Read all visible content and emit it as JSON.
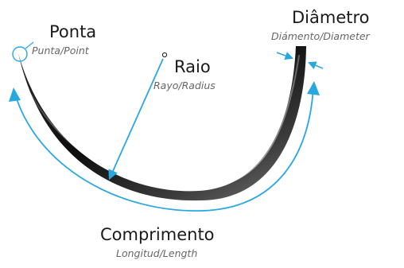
{
  "colors": {
    "accent": "#29a8df",
    "needle_dark": "#141414",
    "needle_light": "#f4f4f4",
    "label": "#1a1a1a",
    "sublabel": "#666666"
  },
  "labels": {
    "point": {
      "main": "Ponta",
      "es": "Punta",
      "en": "Point"
    },
    "radius": {
      "main": "Raio",
      "es": "Rayo",
      "en": "Radius"
    },
    "diameter": {
      "main": "Diâmetro",
      "es": "Diámento",
      "en": "Diameter"
    },
    "length": {
      "main": "Comprimento",
      "es": "Longitud",
      "en": "Length"
    },
    "separator": "/"
  }
}
